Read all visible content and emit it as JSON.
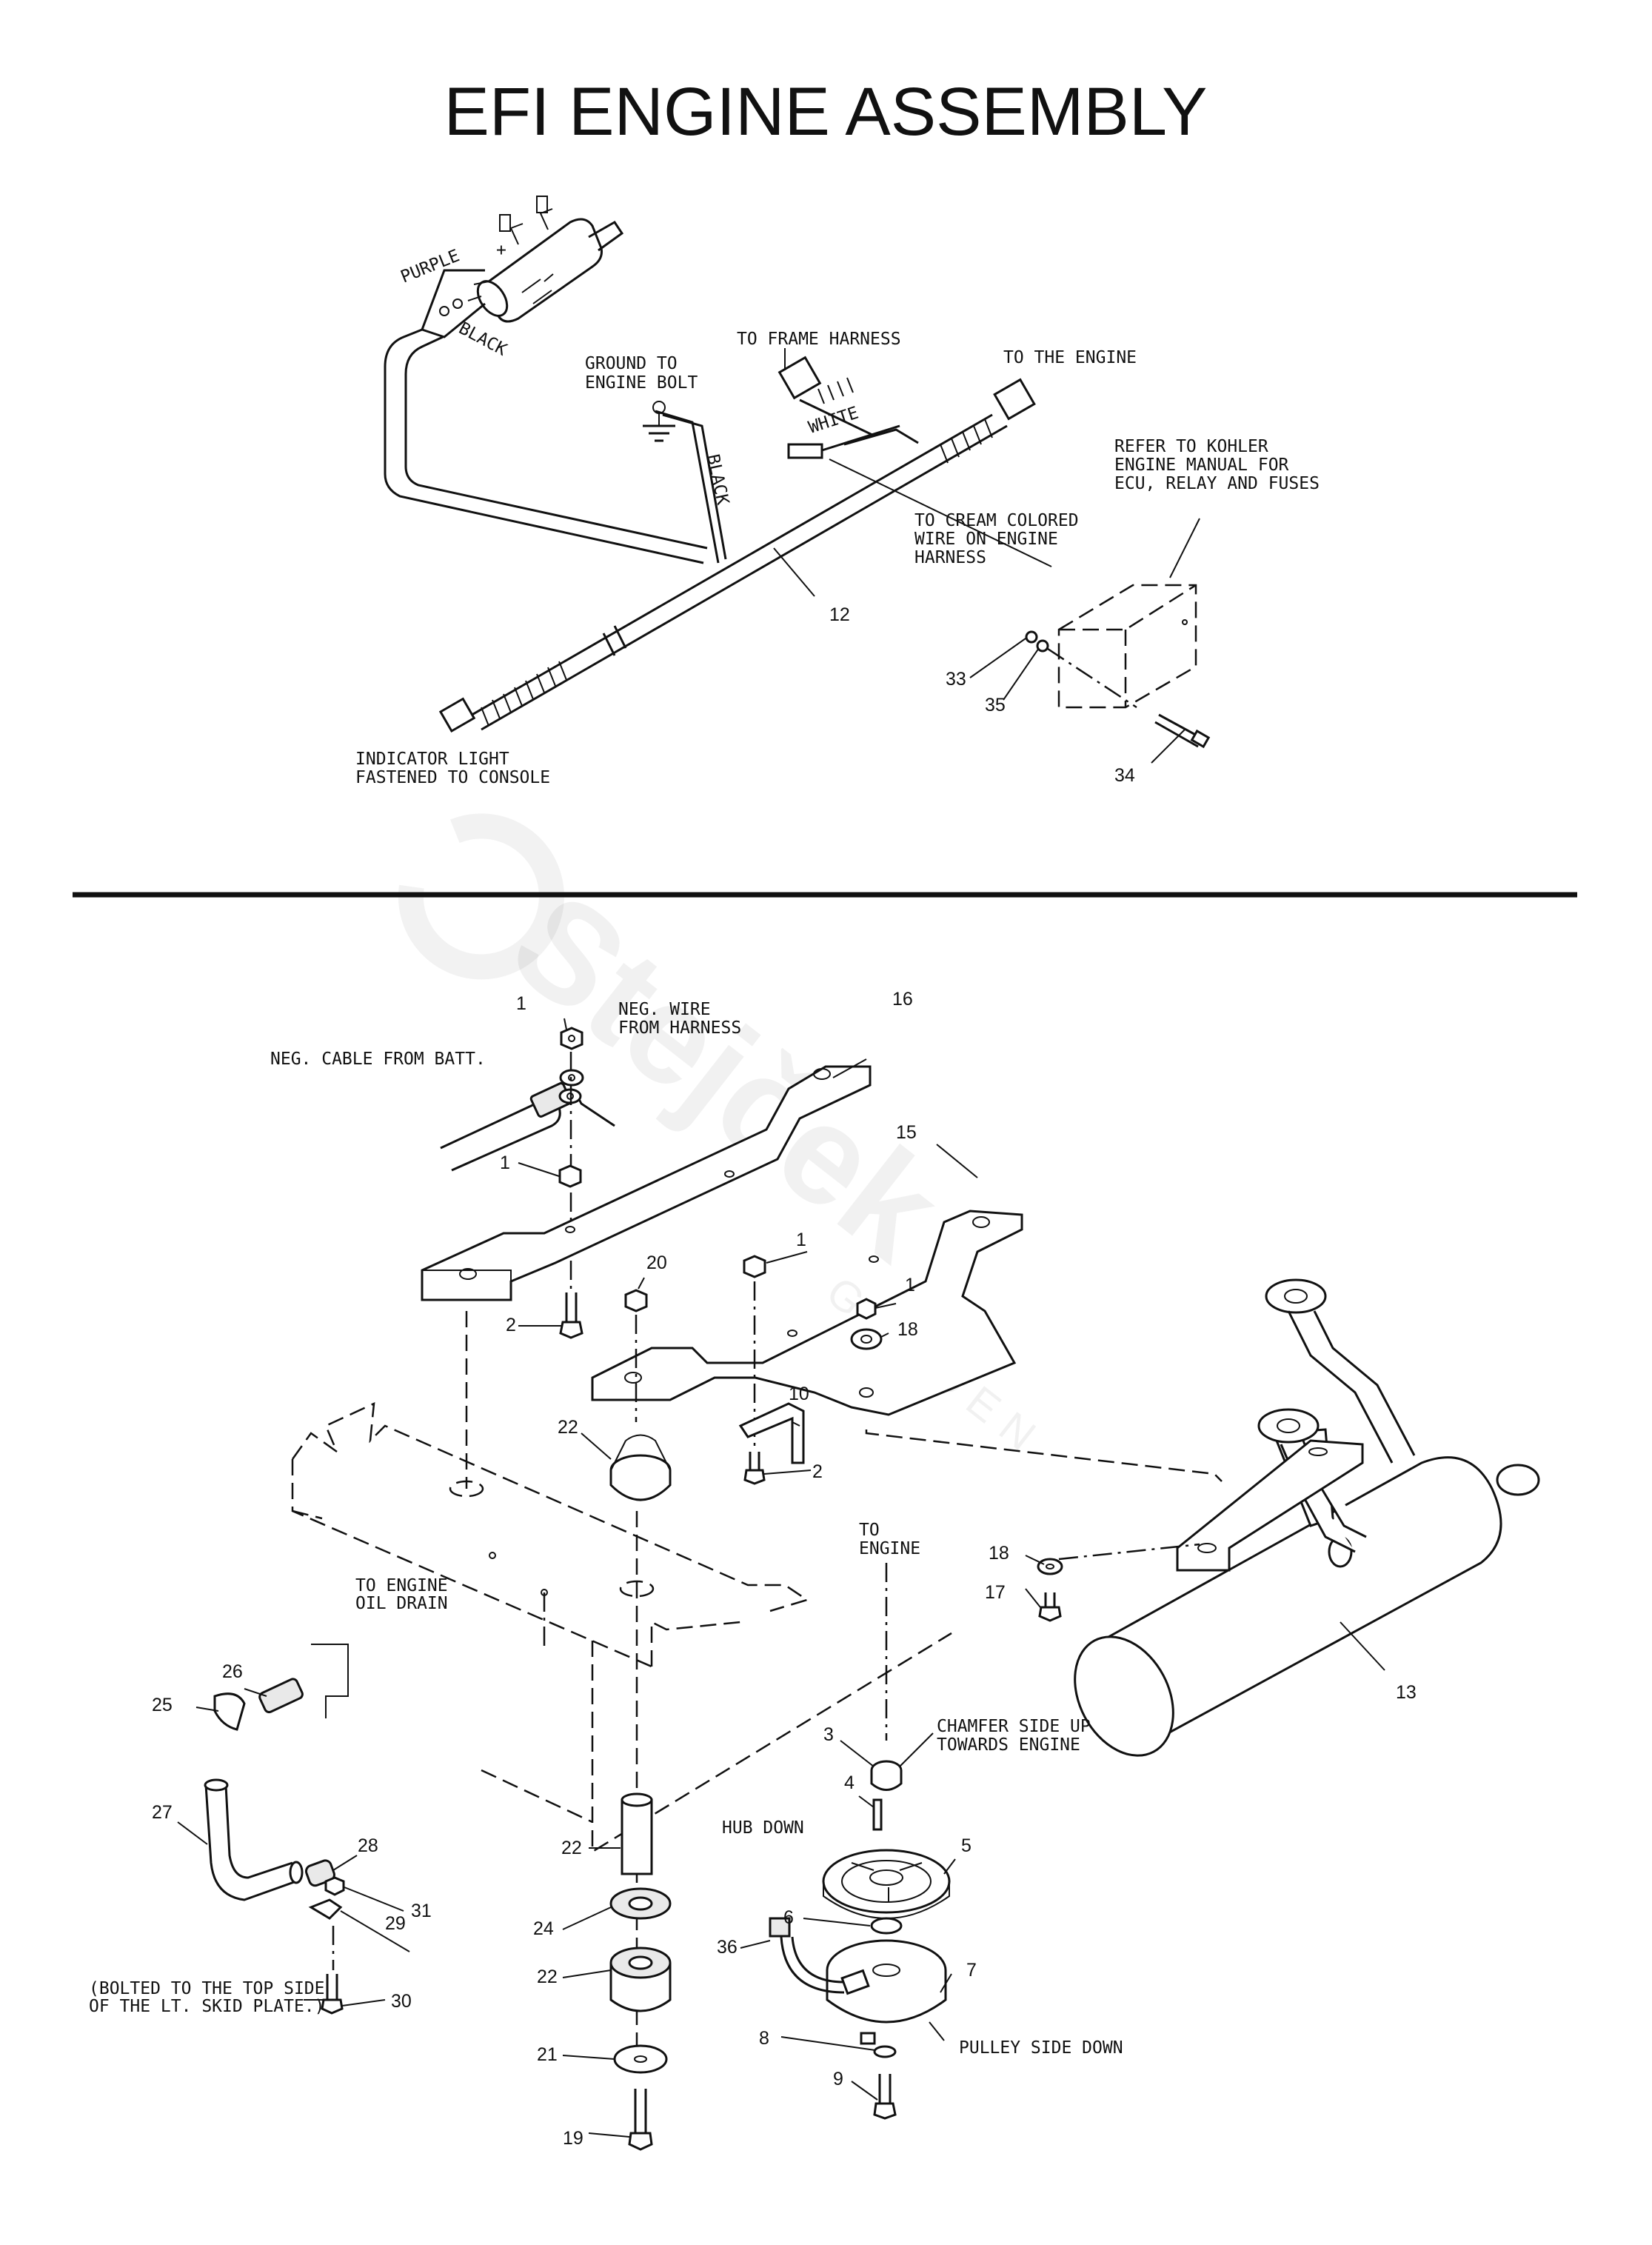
{
  "title": "EFI ENGINE ASSEMBLY",
  "watermark": {
    "brand": "Stejček",
    "sub": "GARDEN"
  },
  "upper": {
    "harness_labels": {
      "purple": "PURPLE",
      "plus": "+",
      "black_fuel": "BLACK",
      "ground_line1": "GROUND TO",
      "ground_line2": "ENGINE BOLT",
      "black_ground": "BLACK",
      "frame_harness": "TO FRAME HARNESS",
      "to_engine": "TO THE ENGINE",
      "white": "WHITE",
      "cream_line1": "TO CREAM COLORED",
      "cream_line2": "WIRE ON ENGINE",
      "cream_line3": "HARNESS",
      "kohler_line1": "REFER TO KOHLER",
      "kohler_line2": "ENGINE MANUAL FOR",
      "kohler_line3": "ECU, RELAY AND FUSES",
      "indicator_line1": "INDICATOR LIGHT",
      "indicator_line2": "FASTENED TO CONSOLE"
    },
    "callouts": {
      "p12": "12",
      "p33": "33",
      "p35": "35",
      "p34": "34"
    }
  },
  "lower": {
    "labels": {
      "neg_cable": "NEG. CABLE FROM BATT.",
      "neg_wire_line1": "NEG. WIRE",
      "neg_wire_line2": "FROM HARNESS",
      "oil_drain_line1": "TO ENGINE",
      "oil_drain_line2": "OIL DRAIN",
      "to_engine_line1": "TO",
      "to_engine_line2": "ENGINE",
      "chamfer_line1": "CHAMFER SIDE UP",
      "chamfer_line2": "TOWARDS ENGINE",
      "hub_down": "HUB DOWN",
      "pulley_side_down": "PULLEY SIDE DOWN",
      "bolted_line1": "(BOLTED TO THE TOP SIDE",
      "bolted_line2": "OF THE LT. SKID PLATE.)"
    },
    "callouts": {
      "c1a": "1",
      "c1b": "1",
      "c1c": "1",
      "c1d": "1",
      "c2a": "2",
      "c2b": "2",
      "c3": "3",
      "c4": "4",
      "c5": "5",
      "c6": "6",
      "c7": "7",
      "c8": "8",
      "c9": "9",
      "c10": "10",
      "c13": "13",
      "c15": "15",
      "c16": "16",
      "c17": "17",
      "c18a": "18",
      "c18b": "18",
      "c19": "19",
      "c20": "20",
      "c21": "21",
      "c22a": "22",
      "c22b": "22",
      "c22c": "22",
      "c24": "24",
      "c25": "25",
      "c26": "26",
      "c27": "27",
      "c28": "28",
      "c29": "29",
      "c30": "30",
      "c31": "31",
      "c36": "36"
    }
  }
}
